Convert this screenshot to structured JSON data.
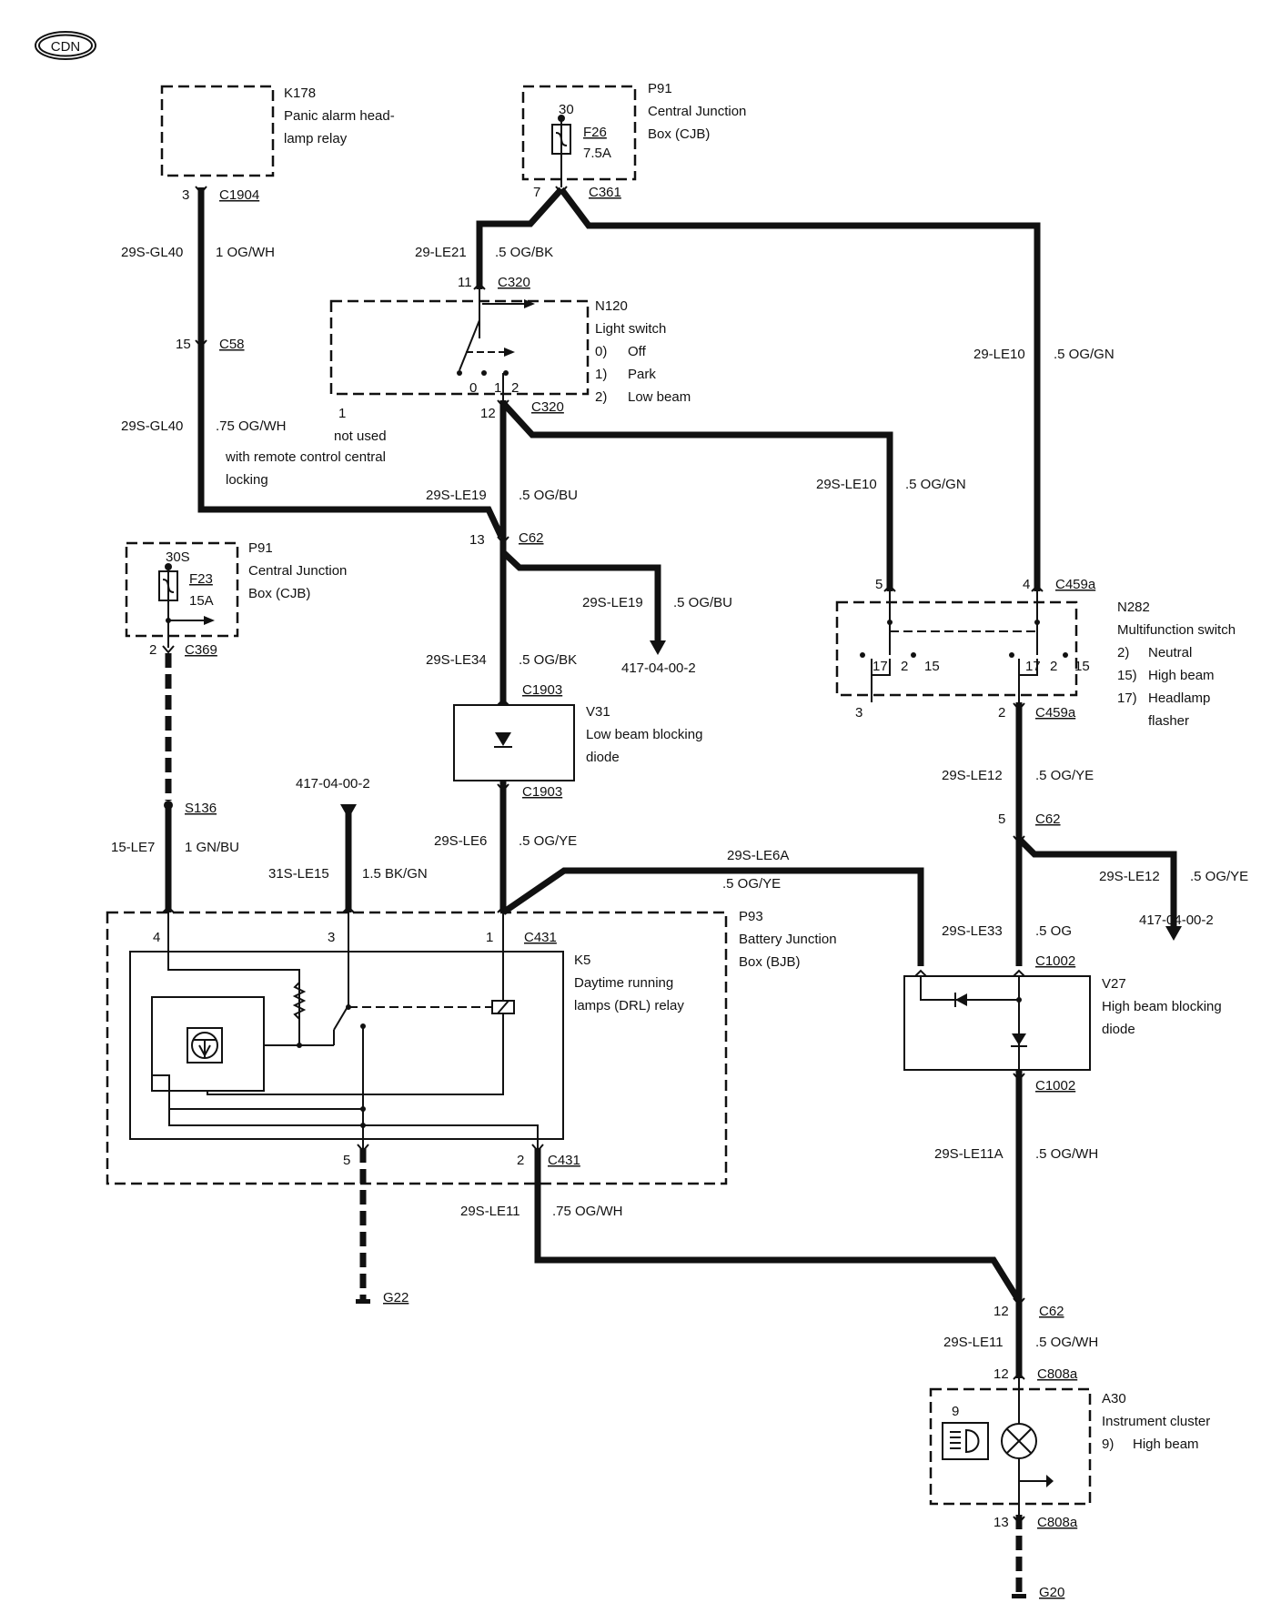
{
  "badge": "CDN",
  "components": {
    "k178": {
      "id": "K178",
      "name_lines": [
        "Panic alarm head-",
        "lamp relay"
      ]
    },
    "p91_top": {
      "id": "P91",
      "name_lines": [
        "Central Junction",
        "Box (CJB)"
      ],
      "fuse_pin": "30",
      "fuse_id": "F26",
      "fuse_rating": "7.5A"
    },
    "n120": {
      "id": "N120",
      "name": "Light switch",
      "positions": [
        {
          "key": "0)",
          "label": "Off"
        },
        {
          "key": "1)",
          "label": "Park"
        },
        {
          "key": "2)",
          "label": "Low beam"
        }
      ],
      "contacts": [
        "0",
        "1",
        "2"
      ]
    },
    "p91_left": {
      "id": "P91",
      "name_lines": [
        "Central Junction",
        "Box (CJB)"
      ],
      "fuse_pin": "30S",
      "fuse_id": "F23",
      "fuse_rating": "15A"
    },
    "v31": {
      "id": "V31",
      "name_lines": [
        "Low beam blocking",
        "diode"
      ]
    },
    "n282": {
      "id": "N282",
      "name": "Multifunction switch",
      "positions": [
        {
          "key": "2)",
          "label": "Neutral"
        },
        {
          "key": "15)",
          "label": "High beam"
        },
        {
          "key": "17)",
          "label": "Headlamp"
        },
        {
          "key": "",
          "label": "flasher"
        }
      ],
      "contacts": [
        "17",
        "2",
        "15",
        "17",
        "2",
        "15"
      ]
    },
    "p93": {
      "id": "P93",
      "name_lines": [
        "Battery Junction",
        "Box (BJB)"
      ]
    },
    "k5": {
      "id": "K5",
      "name_lines": [
        "Daytime running",
        "lamps (DRL) relay"
      ]
    },
    "v27": {
      "id": "V27",
      "name_lines": [
        "High beam blocking",
        "diode"
      ]
    },
    "a30": {
      "id": "A30",
      "name": "Instrument cluster",
      "item_key": "9)",
      "item_label": "High beam",
      "icon_pin": "9"
    }
  },
  "connectors": {
    "c1904": "C1904",
    "c361": "C361",
    "c320_top": "C320",
    "c58": "C58",
    "c320_bottom": "C320",
    "c62_mid": "C62",
    "c369": "C369",
    "c1903_top": "C1903",
    "c1903_bottom": "C1903",
    "s136": "S136",
    "c459a_top": "C459a",
    "c459a_bottom": "C459a",
    "c62_right": "C62",
    "c431_top": "C431",
    "c1002_top": "C1002",
    "c1002_bottom": "C1002",
    "c431_bottom": "C431",
    "g22": "G22",
    "c62_bottom": "C62",
    "c808a_top": "C808a",
    "c808a_bottom": "C808a",
    "g20": "G20"
  },
  "pins": {
    "k178_3": "3",
    "cjb_7": "7",
    "c320_11": "11",
    "c58_15": "15",
    "c320_12": "12",
    "n120_1": "1",
    "c62_13": "13",
    "c369_2": "2",
    "c459a_5": "5",
    "c459a_4": "4",
    "n282_3": "3",
    "c459a_2": "2",
    "c62_5": "5",
    "k5_4": "4",
    "k5_3": "3",
    "k5_1": "1",
    "k5_5": "5",
    "k5_2": "2",
    "c62_12": "12",
    "c808a_12": "12",
    "c808a_13": "13"
  },
  "wires": {
    "gl40_top": {
      "code": "29S-GL40",
      "spec": "1 OG/WH"
    },
    "le21": {
      "code": "29-LE21",
      "spec": ".5 OG/BK"
    },
    "gl40_bottom": {
      "code": "29S-GL40",
      "spec": ".75 OG/WH"
    },
    "le10_right": {
      "code": "29-LE10",
      "spec": ".5 OG/GN"
    },
    "le19_a": {
      "code": "29S-LE19",
      "spec": ".5 OG/BU"
    },
    "le10_mid": {
      "code": "29S-LE10",
      "spec": ".5 OG/GN"
    },
    "le19_b": {
      "code": "29S-LE19",
      "spec": ".5 OG/BU"
    },
    "le34": {
      "code": "29S-LE34",
      "spec": ".5 OG/BK"
    },
    "le12_a": {
      "code": "29S-LE12",
      "spec": ".5 OG/YE"
    },
    "le7": {
      "code": "15-LE7",
      "spec": "1 GN/BU"
    },
    "le15": {
      "code": "31S-LE15",
      "spec": "1.5 BK/GN"
    },
    "le6": {
      "code": "29S-LE6",
      "spec": ".5 OG/YE"
    },
    "le6a": {
      "code": "29S-LE6A",
      "spec": ".5 OG/YE"
    },
    "le12_b": {
      "code": "29S-LE12",
      "spec": ".5 OG/YE"
    },
    "le33": {
      "code": "29S-LE33",
      "spec": ".5 OG"
    },
    "le11a": {
      "code": "29S-LE11A",
      "spec": ".5 OG/WH"
    },
    "le11_left": {
      "code": "29S-LE11",
      "spec": ".75 OG/WH"
    },
    "le11_bottom": {
      "code": "29S-LE11",
      "spec": ".5 OG/WH"
    }
  },
  "notes": {
    "not_used": [
      "not used",
      "with remote control central",
      "locking"
    ]
  },
  "references": {
    "ref_le19": "417-04-00-2",
    "ref_le15": "417-04-00-2",
    "ref_le12": "417-04-00-2"
  }
}
